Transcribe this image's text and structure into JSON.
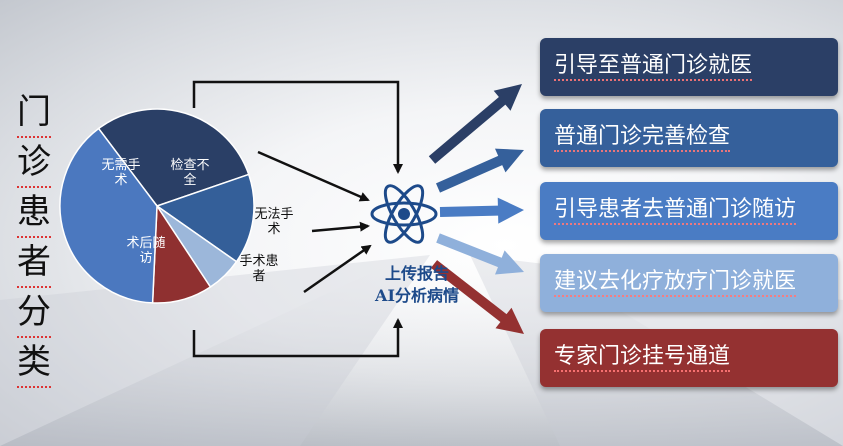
{
  "title_chars": [
    "门",
    "诊",
    "患",
    "者",
    "分",
    "类"
  ],
  "pie": {
    "slices": [
      {
        "label": "无需手术",
        "value": 30,
        "color": "#2a3f66"
      },
      {
        "label": "检查不全",
        "value": 15,
        "color": "#345f99"
      },
      {
        "label": "无法手术",
        "value": 6,
        "color": "#9cb7da"
      },
      {
        "label": "手术患者",
        "value": 10,
        "color": "#8f3030"
      },
      {
        "label": "术后随访",
        "value": 39,
        "color": "#4b78bf"
      }
    ]
  },
  "center": {
    "line1": "上传报告",
    "line2": "AI分析病情"
  },
  "outcomes": [
    {
      "label": "引导至普通门诊就医",
      "color": "#2b3f66"
    },
    {
      "label": "普通门诊完善检查",
      "color": "#35609b"
    },
    {
      "label": "引导患者去普通门诊随访",
      "color": "#4a7cc4"
    },
    {
      "label": "建议去化疗放疗门诊就医",
      "color": "#8fb0db"
    },
    {
      "label": "专家门诊挂号通道",
      "color": "#943131"
    }
  ]
}
